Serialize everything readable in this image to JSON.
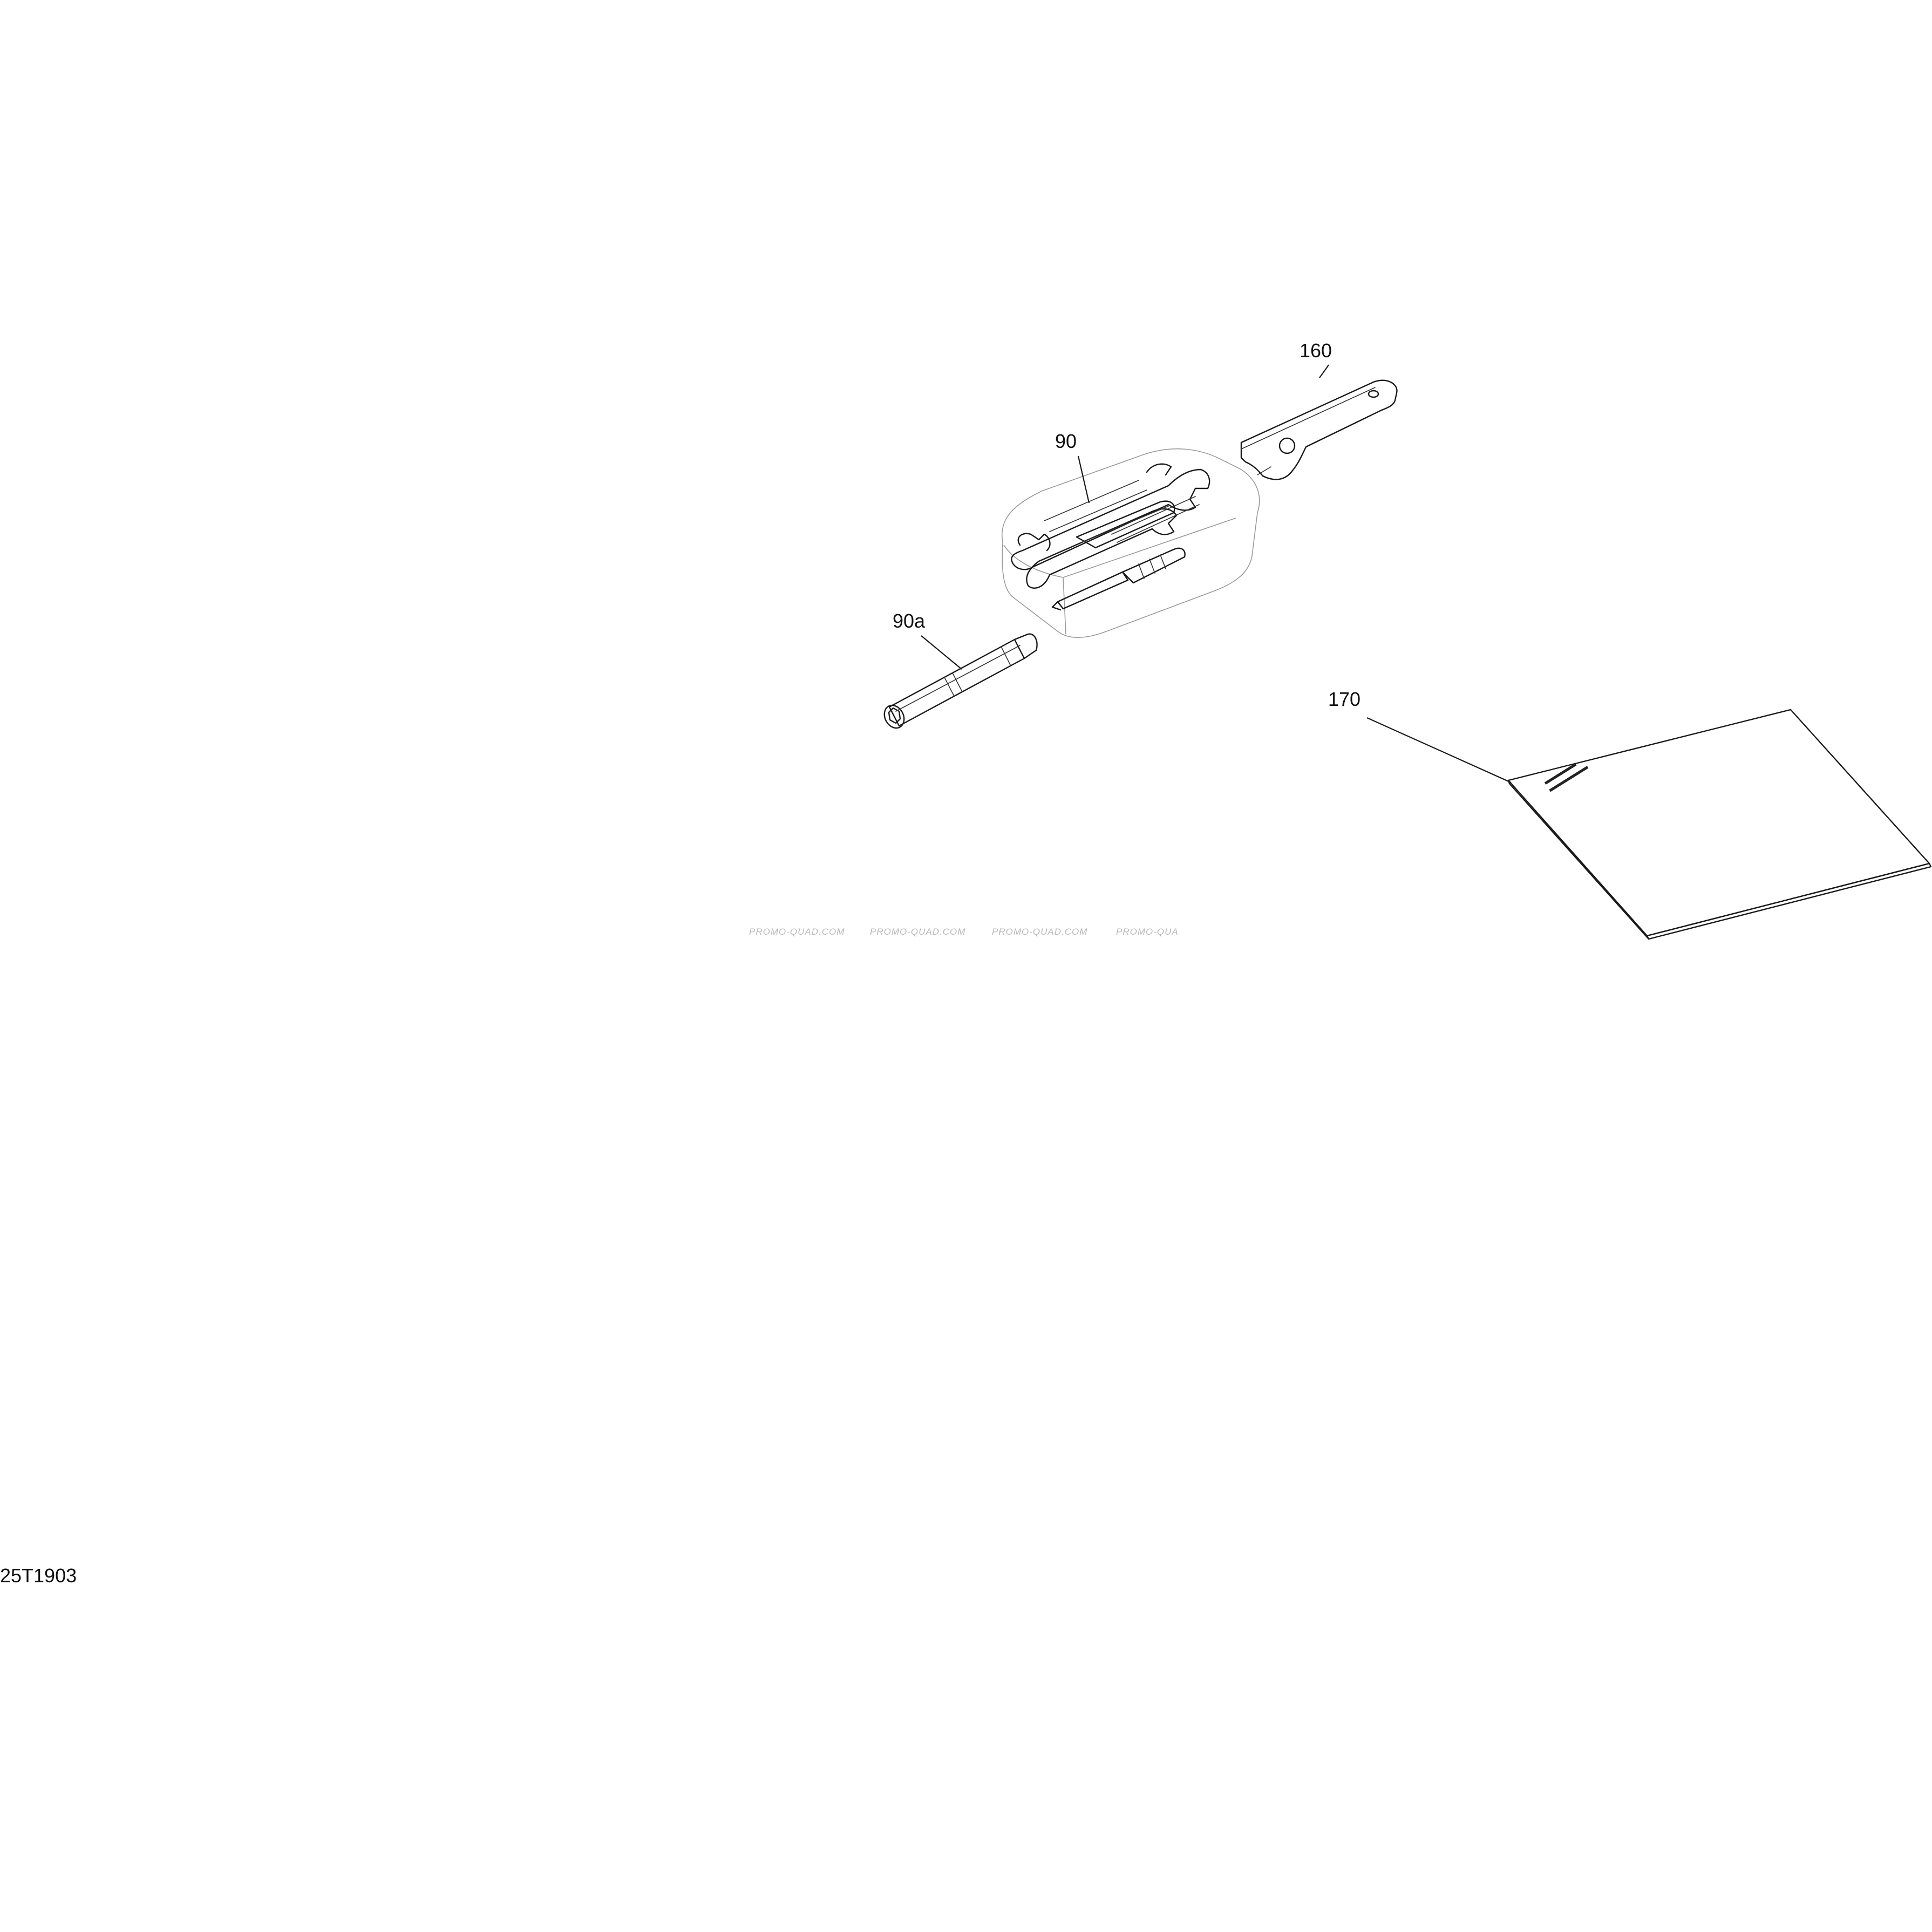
{
  "callouts": {
    "item_160": "160",
    "item_90": "90",
    "item_90a": "90a",
    "item_170": "170"
  },
  "watermarks": [
    "PROMO-QUAD.COM",
    "PROMO-QUAD.COM",
    "PROMO-QUAD.COM",
    "PROMO-QUA"
  ],
  "figure_id": "25T1903"
}
